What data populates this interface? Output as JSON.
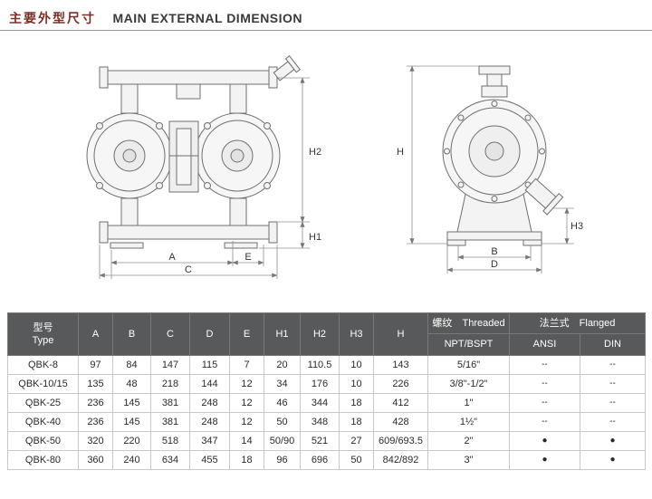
{
  "page": {
    "title_zh": "主要外型尺寸",
    "title_en": "MAIN EXTERNAL DIMENSION"
  },
  "drawings": {
    "front": {
      "dim_a": "A",
      "dim_c": "C",
      "dim_e": "E",
      "dim_h1": "H1",
      "dim_h2": "H2"
    },
    "side": {
      "dim_b": "B",
      "dim_d": "D",
      "dim_h": "H",
      "dim_h3": "H3"
    }
  },
  "table": {
    "header": {
      "type_zh": "型号",
      "type_en": "Type",
      "cols": {
        "a": "A",
        "b": "B",
        "c": "C",
        "d": "D",
        "e": "E",
        "h1": "H1",
        "h2": "H2",
        "h3": "H3",
        "h": "H"
      },
      "threaded_zh": "螺纹",
      "threaded_en": "Threaded",
      "threaded_sub": "NPT/BSPT",
      "flanged_zh": "法兰式",
      "flanged_en": "Flanged",
      "ansi": "ANSI",
      "din": "DIN"
    },
    "rows": [
      {
        "type": "QBK-8",
        "a": "97",
        "b": "84",
        "c": "147",
        "d": "115",
        "e": "7",
        "h1": "20",
        "h2": "110.5",
        "h3": "10",
        "h": "143",
        "npt": "5/16\"",
        "ansi": "--",
        "din": "--"
      },
      {
        "type": "QBK-10/15",
        "a": "135",
        "b": "48",
        "c": "218",
        "d": "144",
        "e": "12",
        "h1": "34",
        "h2": "176",
        "h3": "10",
        "h": "226",
        "npt": "3/8\"-1/2\"",
        "ansi": "--",
        "din": "--"
      },
      {
        "type": "QBK-25",
        "a": "236",
        "b": "145",
        "c": "381",
        "d": "248",
        "e": "12",
        "h1": "46",
        "h2": "344",
        "h3": "18",
        "h": "412",
        "npt": "1\"",
        "ansi": "--",
        "din": "--"
      },
      {
        "type": "QBK-40",
        "a": "236",
        "b": "145",
        "c": "381",
        "d": "248",
        "e": "12",
        "h1": "50",
        "h2": "348",
        "h3": "18",
        "h": "428",
        "npt": "1½\"",
        "ansi": "--",
        "din": "--"
      },
      {
        "type": "QBK-50",
        "a": "320",
        "b": "220",
        "c": "518",
        "d": "347",
        "e": "14",
        "h1": "50/90",
        "h2": "521",
        "h3": "27",
        "h": "609/693.5",
        "npt": "2\"",
        "ansi": "●",
        "din": "●"
      },
      {
        "type": "QBK-80",
        "a": "360",
        "b": "240",
        "c": "634",
        "d": "455",
        "e": "18",
        "h1": "96",
        "h2": "696",
        "h3": "50",
        "h": "842/892",
        "npt": "3\"",
        "ansi": "●",
        "din": "●"
      }
    ]
  }
}
